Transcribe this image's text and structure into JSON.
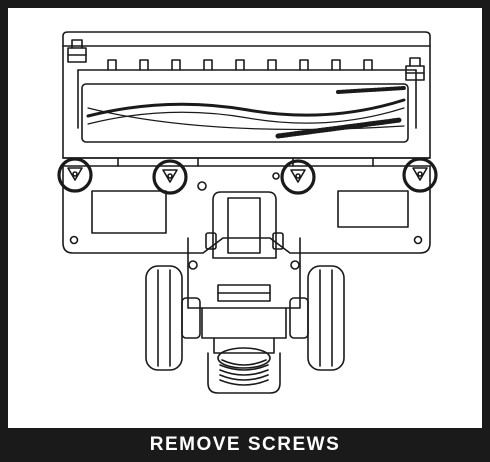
{
  "caption": {
    "text": "REMOVE SCREWS"
  },
  "colors": {
    "frame": "#1a1a1a",
    "panel": "#ffffff",
    "line": "#1a1a1a",
    "caption_text": "#ffffff"
  },
  "illustration": {
    "subject": "vacuum-brushroll-head-underside",
    "highlighted_screws": 4
  }
}
